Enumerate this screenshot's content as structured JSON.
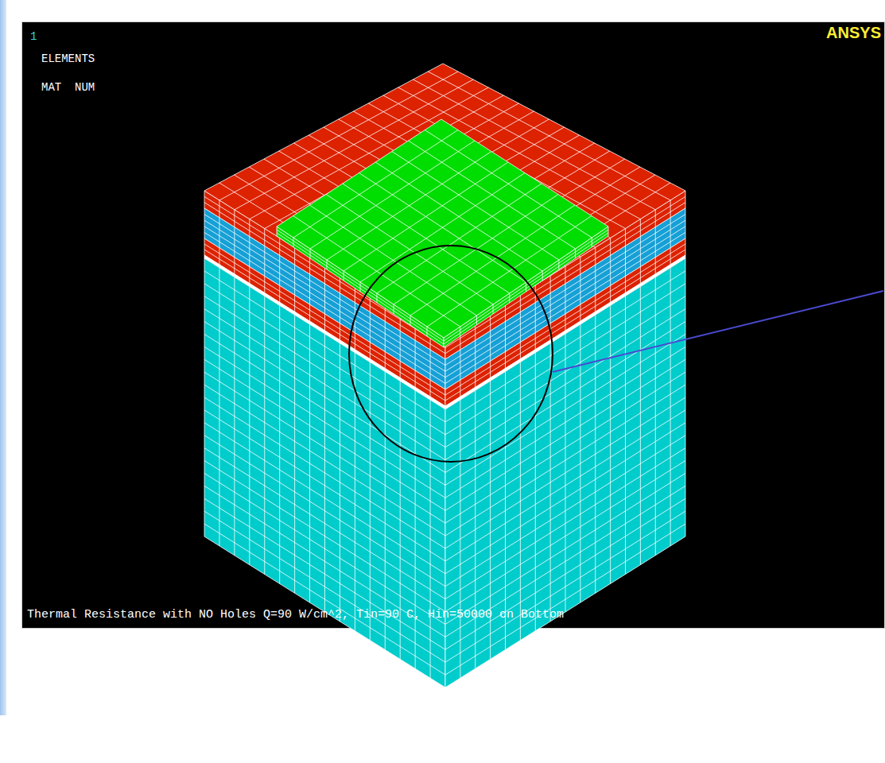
{
  "diagram": {
    "caption": "Thermal Resistance with NO Holes Q=90 W/cm^2, Tin=90 C, Hin=50000 on Bottom",
    "labels": [
      "1",
      "ELEMENTS",
      "MAT  NUM",
      "ANSYS"
    ]
  }
}
